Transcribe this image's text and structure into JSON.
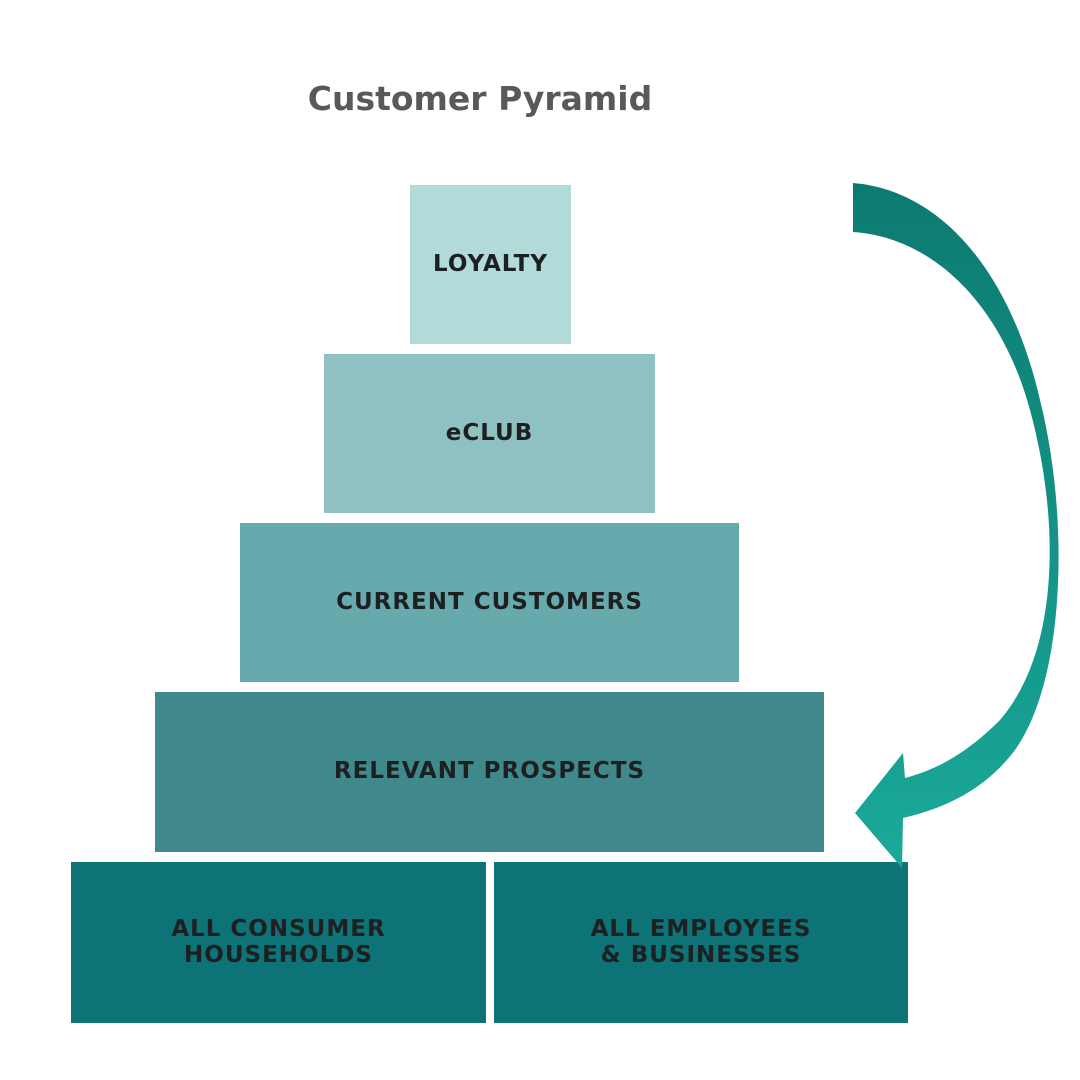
{
  "title": "Customer Pyramid",
  "tiers": [
    {
      "label": "LOYALTY",
      "color": "#b1dad8"
    },
    {
      "label": "eCLUB",
      "color": "#8fc1c2"
    },
    {
      "label": "CURRENT CUSTOMERS",
      "color": "#67aaad"
    },
    {
      "label": "RELEVANT PROSPECTS",
      "color": "#3f898d"
    }
  ],
  "base": [
    {
      "label": "ALL CONSUMER\nHOUSEHOLDS",
      "color": "#0e7376"
    },
    {
      "label": "ALL EMPLOYEES\n& BUSINESSES",
      "color": "#0e7376"
    }
  ],
  "arrow": {
    "color_top": "#0d7a70",
    "color_bottom": "#1aa99a",
    "direction": "top-right to bottom-left"
  }
}
